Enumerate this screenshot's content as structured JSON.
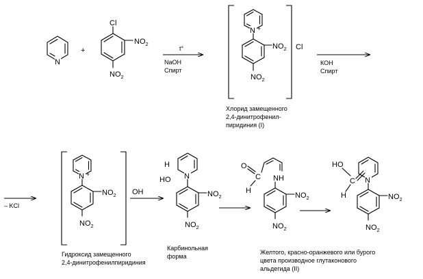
{
  "atoms": {
    "N": "N",
    "N_plus": "N",
    "plus_charge": "+",
    "Cl": "Cl",
    "NO2_prefix": "NO",
    "sub_2": "2",
    "H": "H",
    "HO": "HO",
    "O": "O",
    "C": "C"
  },
  "step1": {
    "plus_sign": "+",
    "cond_top": "t°",
    "cond_bottom_1": "NaOH",
    "cond_bottom_2": "Спирт"
  },
  "intermediate1": {
    "counter_ion": "Cl",
    "caption_1": "Хлорид замещенного",
    "caption_2": "2,4-динитрофенил-",
    "caption_3": "пиридиния     (I)"
  },
  "step2": {
    "cond_1": "КОН",
    "cond_2": "Спирт"
  },
  "row2": {
    "minus_kcl": "– KCl",
    "counter_ion": "OH",
    "caption_hydroxide_1": "Гидроксид замещенного",
    "caption_hydroxide_2": "2,4-динитрофенилпиридиния",
    "caption_carbinol_1": "Карбинольная",
    "caption_carbinol_2": "форма",
    "caption_final_1": "Желтого, красно-оранжевого или бурого",
    "caption_final_2": "цвета производное глутаконового",
    "caption_final_3": "альдегида  (II)"
  }
}
